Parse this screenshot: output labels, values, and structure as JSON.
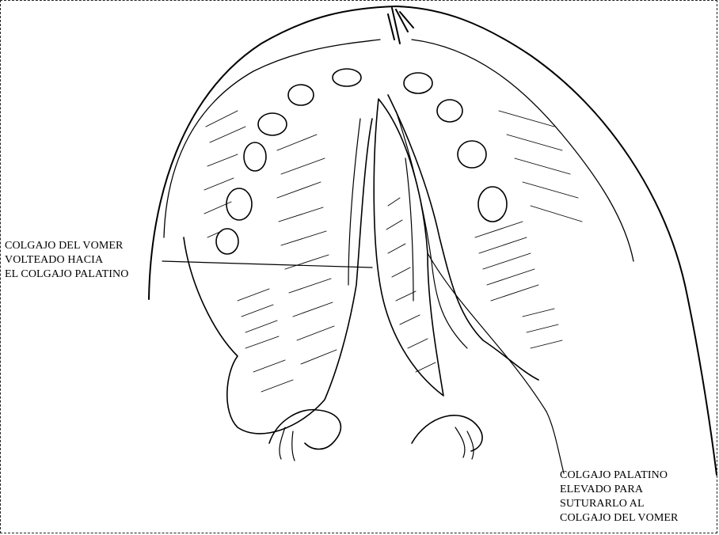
{
  "labels": {
    "vomer_flap": {
      "lines": [
        "COLGAJO DEL VOMER",
        "VOLTEADO HACIA",
        "EL COLGAJO PALATINO"
      ]
    },
    "palatal_flap": {
      "lines": [
        "COLGAJO PALATINO",
        "ELEVADO PARA",
        "SUTURARLO AL",
        "COLGAJO DEL VOMER"
      ]
    }
  },
  "colors": {
    "ink": "#000000",
    "paper": "#ffffff"
  }
}
